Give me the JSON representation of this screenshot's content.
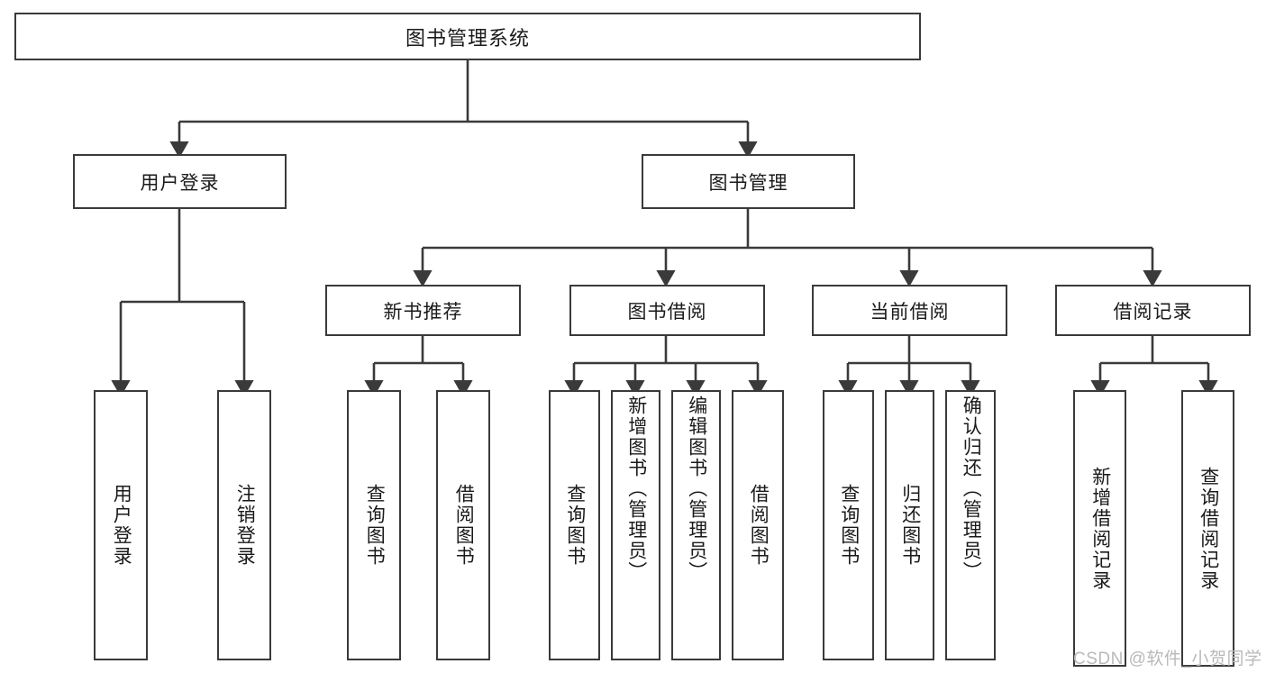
{
  "diagram": {
    "type": "tree-hierarchy",
    "title": "图书管理系统",
    "root": {
      "label": "图书管理系统",
      "level": 0
    },
    "level1": [
      {
        "id": "user-login",
        "label": "用户登录"
      },
      {
        "id": "book-management",
        "label": "图书管理"
      }
    ],
    "level2": [
      {
        "id": "new-book-recommend",
        "label": "新书推荐",
        "parent": "book-management"
      },
      {
        "id": "book-borrow",
        "label": "图书借阅",
        "parent": "book-management"
      },
      {
        "id": "current-borrow",
        "label": "当前借阅",
        "parent": "book-management"
      },
      {
        "id": "borrow-record",
        "label": "借阅记录",
        "parent": "book-management"
      }
    ],
    "leaves": [
      {
        "id": "leaf-user-login",
        "label": "用户登录",
        "parent": "user-login"
      },
      {
        "id": "leaf-logout",
        "label": "注销登录",
        "parent": "user-login"
      },
      {
        "id": "leaf-query-book-1",
        "label": "查询图书",
        "parent": "new-book-recommend"
      },
      {
        "id": "leaf-borrow-book-1",
        "label": "借阅图书",
        "parent": "new-book-recommend"
      },
      {
        "id": "leaf-query-book-2",
        "label": "查询图书",
        "parent": "book-borrow"
      },
      {
        "id": "leaf-add-book",
        "label": "新增图书（管理员）",
        "parent": "book-borrow"
      },
      {
        "id": "leaf-edit-book",
        "label": "编辑图书（管理员）",
        "parent": "book-borrow"
      },
      {
        "id": "leaf-borrow-book-2",
        "label": "借阅图书",
        "parent": "book-borrow"
      },
      {
        "id": "leaf-query-book-3",
        "label": "查询图书",
        "parent": "current-borrow"
      },
      {
        "id": "leaf-return-book",
        "label": "归还图书",
        "parent": "current-borrow"
      },
      {
        "id": "leaf-confirm-return",
        "label": "确认归还（管理员）",
        "parent": "current-borrow"
      },
      {
        "id": "leaf-add-record",
        "label": "新增借阅记录",
        "parent": "borrow-record"
      },
      {
        "id": "leaf-query-record",
        "label": "查询借阅记录",
        "parent": "borrow-record"
      }
    ]
  },
  "watermark": {
    "text": "CSDN @软件_小贺同学"
  },
  "colors": {
    "border": "#3a3a3a",
    "background": "#ffffff",
    "text": "#1a1a1a",
    "watermark": "#b9b9b9"
  }
}
